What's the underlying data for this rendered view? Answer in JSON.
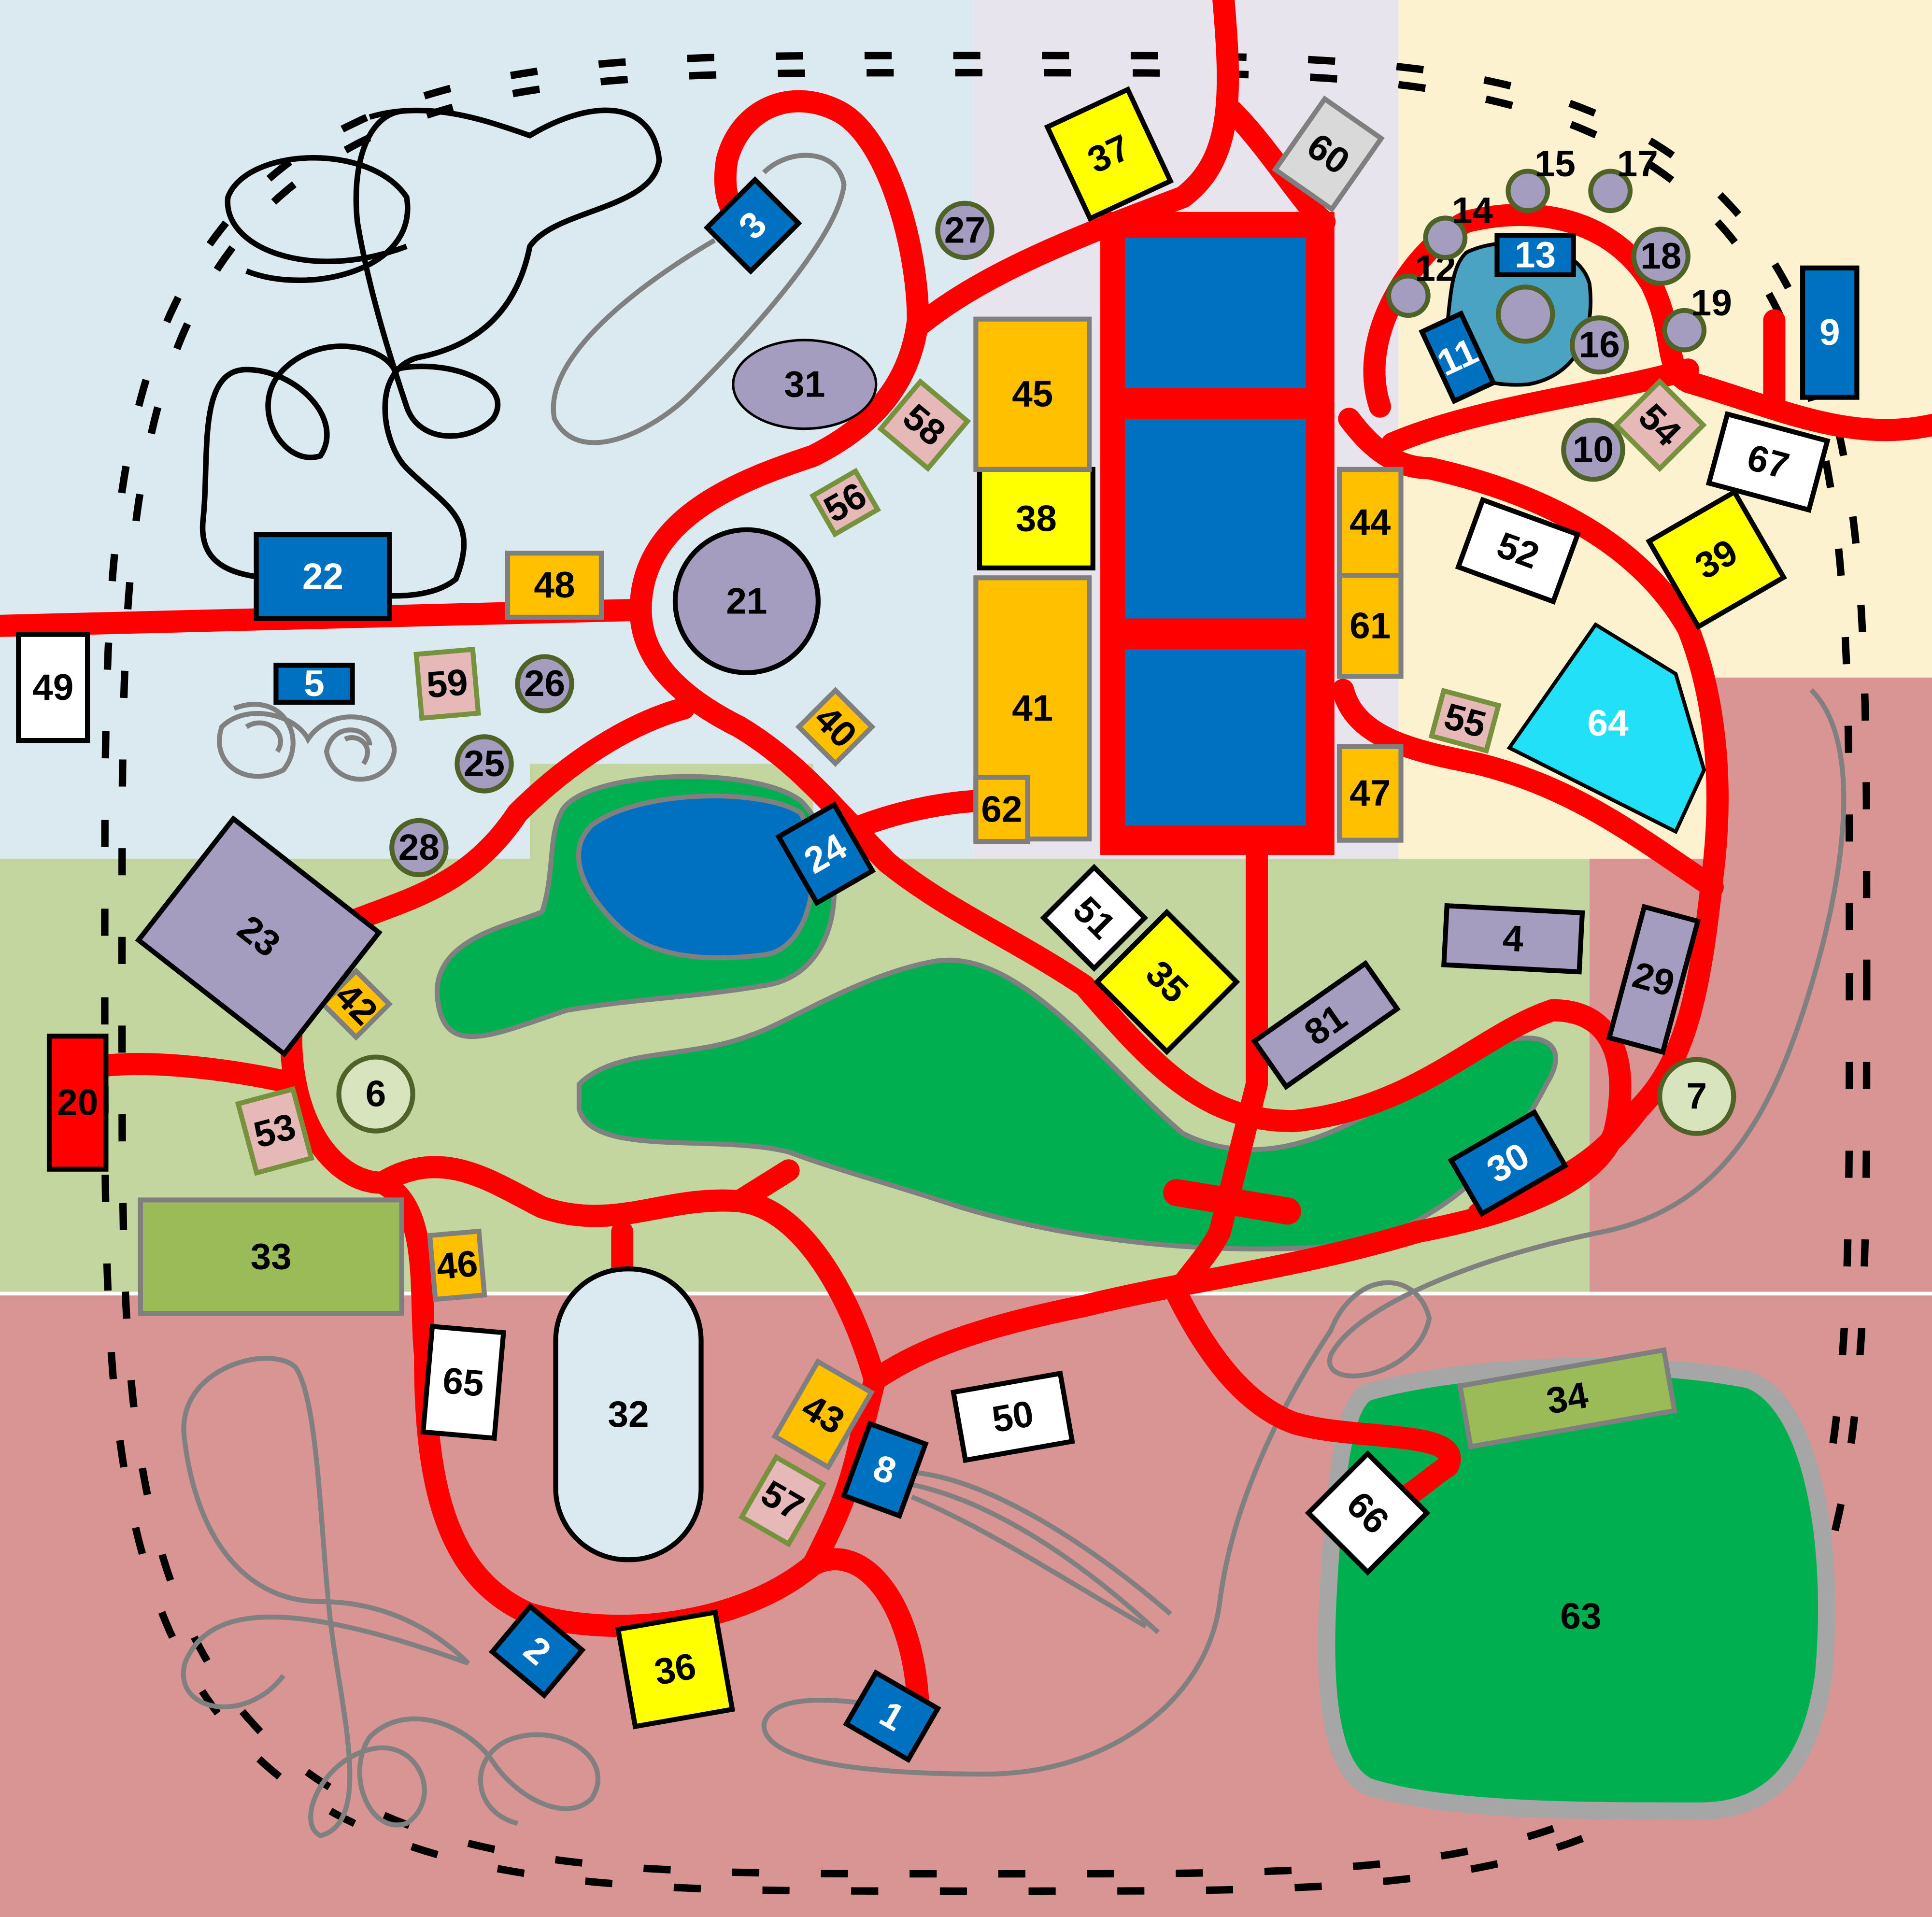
{
  "map": {
    "colors": {
      "zone_lightblue": "#dbeaf1",
      "zone_lavender": "#e8e4ee",
      "zone_cream": "#fdf2d0",
      "zone_green": "#c4d6a0",
      "zone_pink": "#d99594",
      "path": "#ff0000",
      "blue": "#0070c0",
      "yellow": "#ffff00",
      "orange": "#ffc000",
      "purple": "#a49dbf",
      "pink": "#e6b9b8",
      "white": "#ffffff",
      "gray": "#d9d9d9",
      "cyan": "#22e0f8",
      "olive": "#9bbb59",
      "lightgreen": "#d7e4bd",
      "red": "#ff0000",
      "lake_green": "#00b050",
      "water": "#0070c0"
    },
    "markers": [
      {
        "label": "1",
        "category": "blue"
      },
      {
        "label": "2",
        "category": "blue"
      },
      {
        "label": "3",
        "category": "blue"
      },
      {
        "label": "8",
        "category": "blue"
      },
      {
        "label": "24",
        "category": "blue"
      },
      {
        "label": "30",
        "category": "blue"
      },
      {
        "label": "5",
        "category": "blue"
      },
      {
        "label": "9",
        "category": "blue"
      },
      {
        "label": "11",
        "category": "blue"
      },
      {
        "label": "13",
        "category": "blue"
      },
      {
        "label": "22",
        "category": "blue"
      },
      {
        "label": "35",
        "category": "yellow"
      },
      {
        "label": "36",
        "category": "yellow"
      },
      {
        "label": "37",
        "category": "yellow"
      },
      {
        "label": "38",
        "category": "yellow"
      },
      {
        "label": "39",
        "category": "yellow"
      },
      {
        "label": "40",
        "category": "orange"
      },
      {
        "label": "41",
        "category": "orange"
      },
      {
        "label": "42",
        "category": "orange"
      },
      {
        "label": "43",
        "category": "orange"
      },
      {
        "label": "44",
        "category": "orange"
      },
      {
        "label": "45",
        "category": "orange"
      },
      {
        "label": "46",
        "category": "orange"
      },
      {
        "label": "47",
        "category": "orange"
      },
      {
        "label": "48",
        "category": "orange"
      },
      {
        "label": "61",
        "category": "orange"
      },
      {
        "label": "62",
        "category": "orange"
      },
      {
        "label": "10",
        "category": "purple"
      },
      {
        "label": "12",
        "category": "purple"
      },
      {
        "label": "14",
        "category": "purple"
      },
      {
        "label": "15",
        "category": "purple"
      },
      {
        "label": "16",
        "category": "purple"
      },
      {
        "label": "17",
        "category": "purple"
      },
      {
        "label": "18",
        "category": "purple"
      },
      {
        "label": "19",
        "category": "purple"
      },
      {
        "label": "21",
        "category": "purple"
      },
      {
        "label": "25",
        "category": "purple"
      },
      {
        "label": "26",
        "category": "purple"
      },
      {
        "label": "27",
        "category": "purple"
      },
      {
        "label": "28",
        "category": "purple"
      },
      {
        "label": "31",
        "category": "purple"
      },
      {
        "label": "4",
        "category": "purple"
      },
      {
        "label": "23",
        "category": "purple"
      },
      {
        "label": "29",
        "category": "purple"
      },
      {
        "label": "81",
        "category": "purple"
      },
      {
        "label": "53",
        "category": "pink"
      },
      {
        "label": "54",
        "category": "pink"
      },
      {
        "label": "55",
        "category": "pink"
      },
      {
        "label": "56",
        "category": "pink"
      },
      {
        "label": "57",
        "category": "pink"
      },
      {
        "label": "58",
        "category": "pink"
      },
      {
        "label": "59",
        "category": "pink"
      },
      {
        "label": "49",
        "category": "white"
      },
      {
        "label": "50",
        "category": "white"
      },
      {
        "label": "51",
        "category": "white"
      },
      {
        "label": "52",
        "category": "white"
      },
      {
        "label": "65",
        "category": "white"
      },
      {
        "label": "66",
        "category": "white"
      },
      {
        "label": "67",
        "category": "white"
      },
      {
        "label": "60",
        "category": "gray"
      },
      {
        "label": "64",
        "category": "cyan"
      },
      {
        "label": "33",
        "category": "olive"
      },
      {
        "label": "34",
        "category": "olive"
      },
      {
        "label": "6",
        "category": "lightgreen"
      },
      {
        "label": "7",
        "category": "lightgreen"
      },
      {
        "label": "20",
        "category": "red"
      },
      {
        "label": "32",
        "category": "rink"
      },
      {
        "label": "63",
        "category": "lake"
      }
    ]
  }
}
